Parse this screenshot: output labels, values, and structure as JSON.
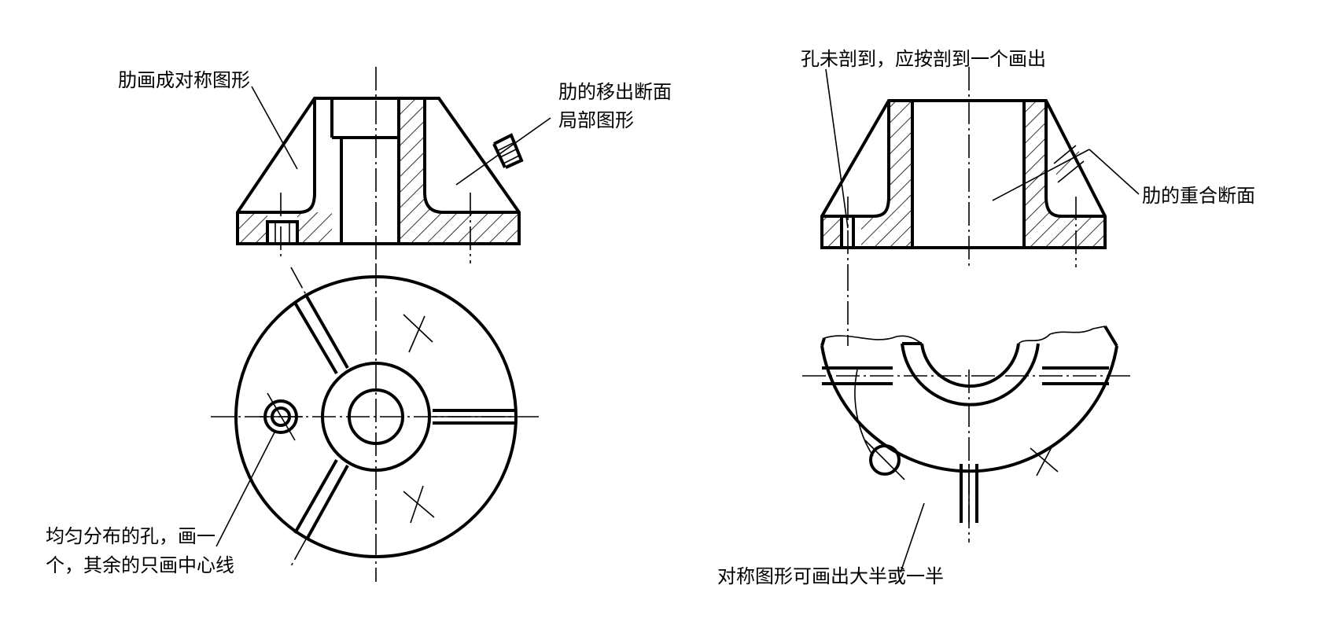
{
  "annotations": {
    "rib_symmetric": "肋画成对称图形",
    "rib_removed_section_line1": "肋的移出断面",
    "rib_removed_section_line2": "局部图形",
    "hole_not_cut": "孔未剖到，应按剖到一个画出",
    "rib_coincident_section": "肋的重合断面",
    "holes_uniform_line1": "均匀分布的孔，画一",
    "holes_uniform_line2": "个，其余的只画中心线",
    "symmetric_half": "对称图形可画出大半或一半"
  }
}
